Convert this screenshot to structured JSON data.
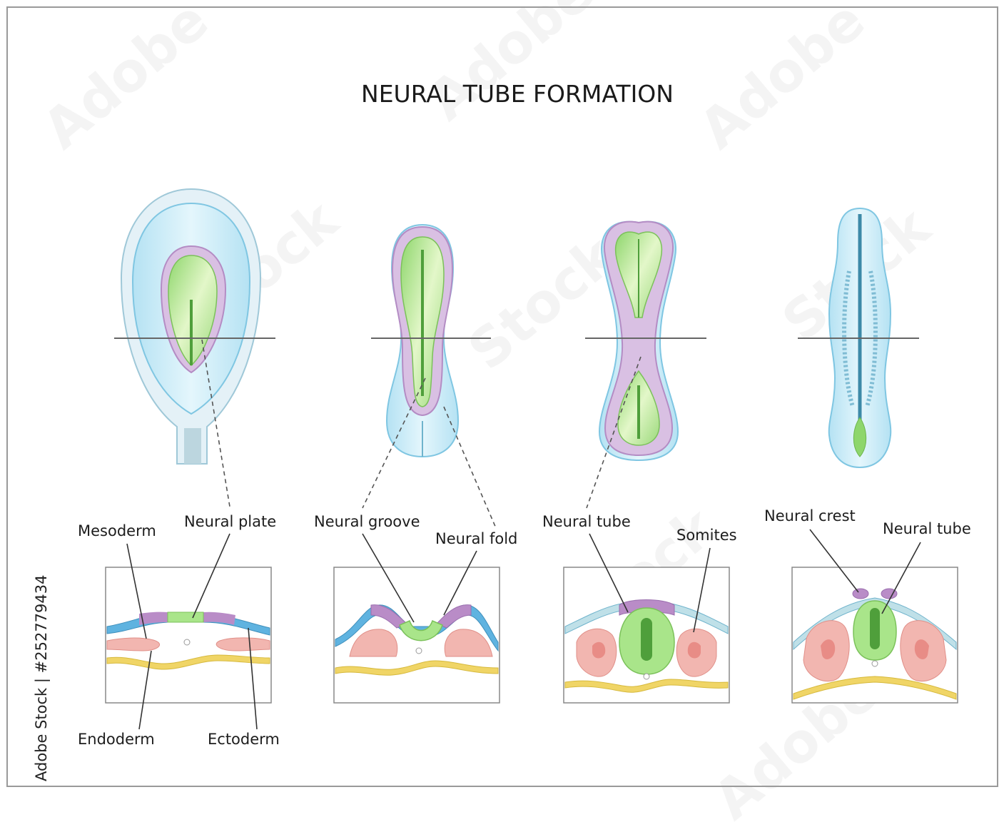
{
  "title": "NEURAL TUBE FORMATION",
  "labels": {
    "mesoderm": "Mesoderm",
    "neural_plate": "Neural plate",
    "endoderm": "Endoderm",
    "ectoderm": "Ectoderm",
    "neural_groove": "Neural groove",
    "neural_fold": "Neural fold",
    "neural_tube_3": "Neural tube",
    "somites": "Somites",
    "neural_crest": "Neural crest",
    "neural_tube_4": "Neural tube"
  },
  "credit": "Adobe Stock | #252779434",
  "watermark": "Adobe Stock",
  "colors": {
    "ectoderm": "#5fb3e0",
    "mesoderm": "#f2b6b0",
    "neural_plate": "#a9e58a",
    "neural_fold": "#b98cc7",
    "endoderm": "#f0d566",
    "embryo_fill": "#bfe6f4"
  }
}
